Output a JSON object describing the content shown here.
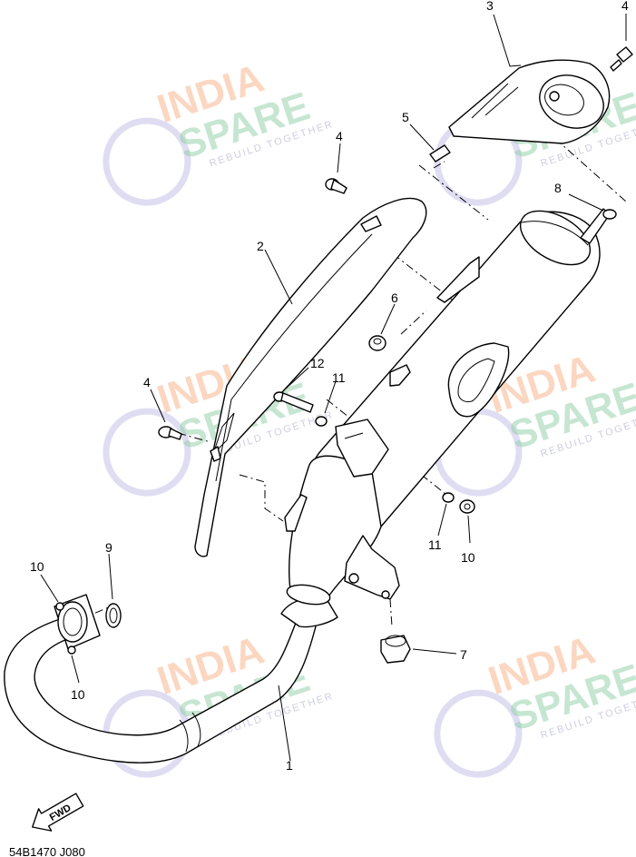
{
  "diagram": {
    "diagram_code": "54B1470 J080",
    "direction_label": "FWD",
    "callouts": [
      "1",
      "2",
      "3",
      "4",
      "4",
      "4",
      "5",
      "6",
      "7",
      "8",
      "9",
      "10",
      "10",
      "10",
      "11",
      "11",
      "12"
    ]
  },
  "watermark": {
    "line1": "INDIA",
    "line2": "SPARE",
    "tagline": "REBUILD TOGETHER",
    "colors": {
      "india": "#f7a777",
      "spare": "#8fcfa6",
      "icon": "#b8b4e2"
    }
  }
}
